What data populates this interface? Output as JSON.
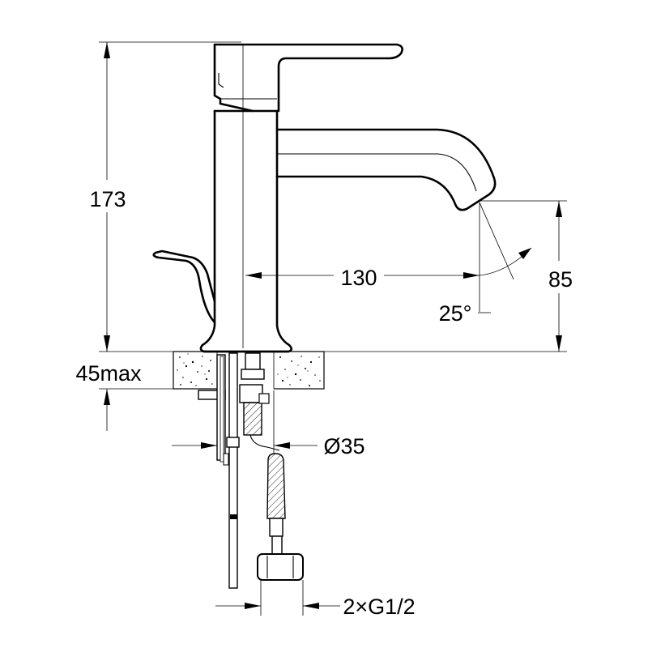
{
  "dimensions": {
    "total_height": "173",
    "spout_reach": "130",
    "spout_height": "85",
    "spout_angle": "25°",
    "counter_thickness": "45max",
    "hole_diameter": "Ø35",
    "connections": "2×G1/2"
  }
}
